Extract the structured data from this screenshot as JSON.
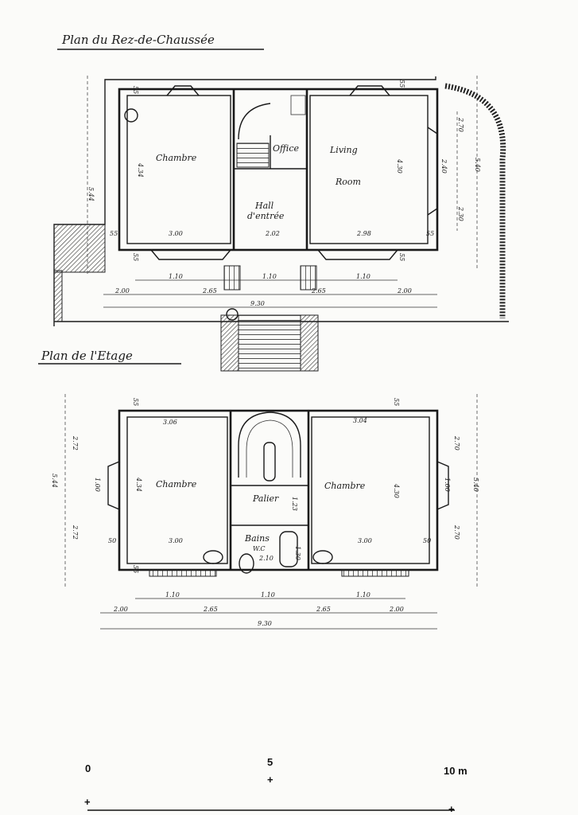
{
  "ground_floor": {
    "title": "Plan du Rez-de-Chaussée",
    "rooms": {
      "left": "Chambre",
      "office": "Office",
      "hall_1": "Hall",
      "hall_2": "d'entrée",
      "living_1": "Living",
      "living_2": "Room"
    },
    "dims": {
      "d_5_44": "5.44",
      "d_55_a": "55",
      "d_55_b": "55",
      "d_55_c": "55",
      "d_55_d": "55",
      "d_55_e": "55",
      "d_55_f": "55",
      "d_4_34": "4.34",
      "d_3_00": "3.00",
      "d_2_02": "2.02",
      "d_2_98": "2.98",
      "d_4_30": "4.30",
      "d_2_40": "2.40",
      "d_2_70": "2.70",
      "d_2_30": "2.30",
      "d_5_40": "5.40",
      "d_1_10_a": "1.10",
      "d_1_10_b": "1.10",
      "d_1_10_c": "1.10",
      "d_2_00_a": "2.00",
      "d_2_65_a": "2.65",
      "d_2_65_b": "2.65",
      "d_2_00_b": "2.00",
      "d_9_30": "9.30"
    }
  },
  "upper_floor": {
    "title": "Plan de l'Etage",
    "rooms": {
      "left": "Chambre",
      "right": "Chambre",
      "landing": "Palier",
      "bath_1": "Bains",
      "bath_2": "W.C"
    },
    "dims": {
      "d_2_72_a": "2.72",
      "d_2_72_b": "2.72",
      "d_5_44": "5.44",
      "d_1_00_a": "1.00",
      "d_4_34": "4.34",
      "d_3_06": "3.06",
      "d_3_00_a": "3.00",
      "d_50_a": "50",
      "d_55_a": "55",
      "d_55_b": "55",
      "d_55_c": "55",
      "d_3_04": "3.04",
      "d_4_30": "4.30",
      "d_1_00_b": "1.00",
      "d_3_00_b": "3.00",
      "d_50_b": "50",
      "d_2_70_a": "2.70",
      "d_2_70_b": "2.70",
      "d_5_40": "5.40",
      "d_1_23": "1.23",
      "d_2_10": "2.10",
      "d_1_30": "1.30",
      "d_1_10_a": "1.10",
      "d_1_10_b": "1.10",
      "d_1_10_c": "1.10",
      "d_2_00_a": "2.00",
      "d_2_65_a": "2.65",
      "d_2_65_b": "2.65",
      "d_2_00_b": "2.00",
      "d_9_30": "9.30"
    }
  },
  "scale_bar": {
    "start": "0",
    "middle": "5",
    "end": "10 m"
  }
}
